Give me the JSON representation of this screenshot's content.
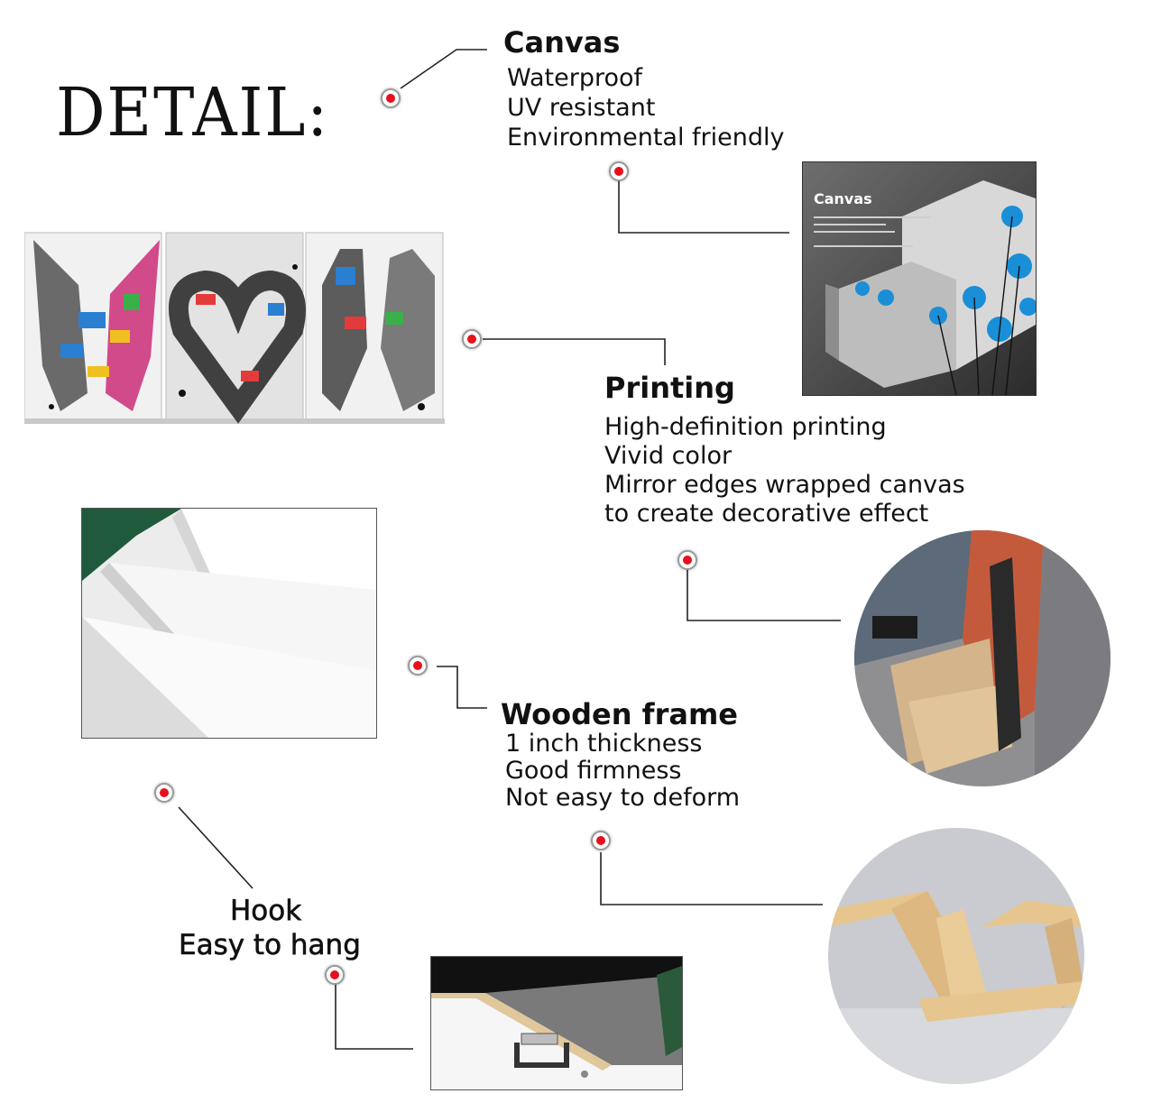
{
  "heading": "DETAIL:",
  "canvas": {
    "title": "Canvas",
    "features": [
      "Waterproof",
      "UV resistant",
      "Environmental friendly"
    ],
    "photo_caption": "Canvas"
  },
  "printing": {
    "title": "Printing",
    "features": [
      "High-definition printing",
      "Vivid color",
      "Mirror edges wrapped canvas",
      "to create decorative effect"
    ]
  },
  "wooden_frame": {
    "title": "Wooden frame",
    "features": [
      "1 inch thickness",
      "Good firmness",
      "Not easy to deform"
    ]
  },
  "hook": {
    "title": "Hook",
    "subtitle": "Easy to hang"
  },
  "colors": {
    "marker": "#e8101a",
    "line": "#222222",
    "flower": "#1a8fd8",
    "wood": "#e6c58f"
  }
}
